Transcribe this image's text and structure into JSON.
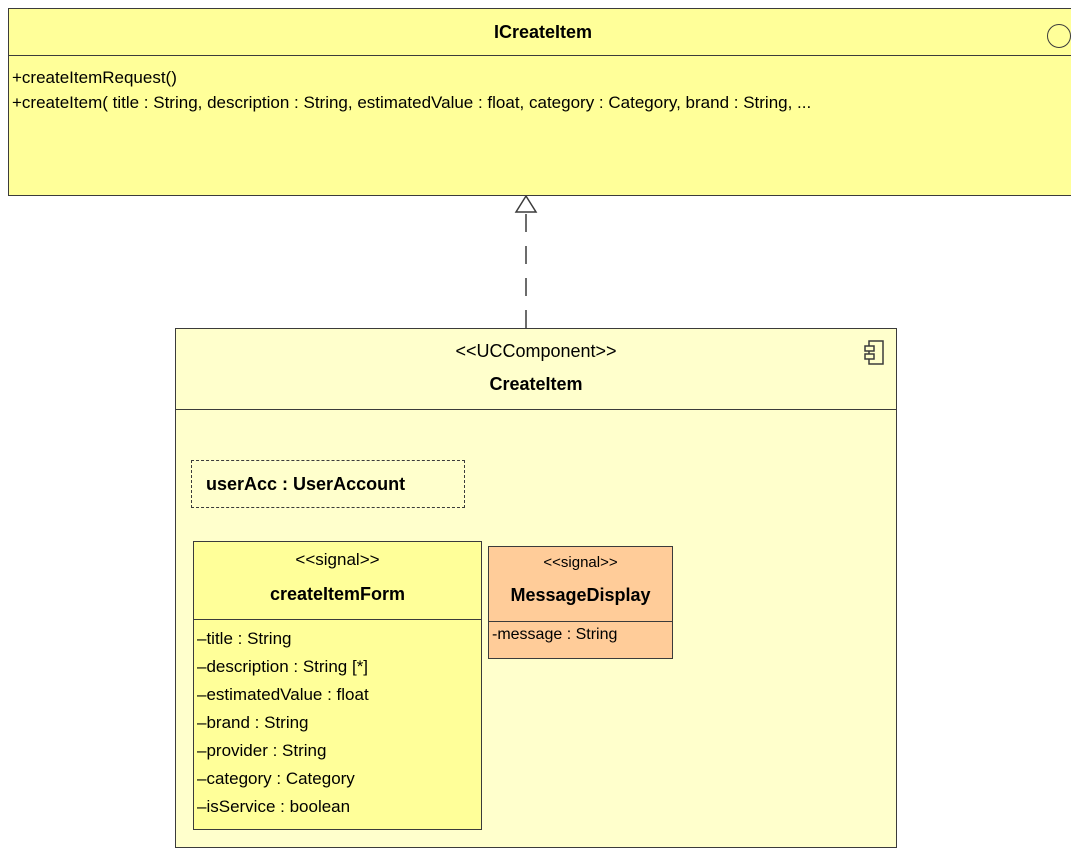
{
  "interface": {
    "name": "ICreateItem",
    "operations": [
      "+createItemRequest()",
      "+createItem( title : String, description : String, estimatedValue : float, category : Category, brand : String, ..."
    ]
  },
  "component": {
    "stereotype": "<<UCComponent>>",
    "name": "CreateItem",
    "part": "userAcc : UserAccount"
  },
  "signals": [
    {
      "stereotype": "<<signal>>",
      "name": "createItemForm",
      "attributes": [
        "–title : String",
        "–description : String [*]",
        "–estimatedValue : float",
        "–brand : String",
        "–provider : String",
        "–category : Category",
        "–isService : boolean"
      ]
    },
    {
      "stereotype": "<<signal>>",
      "name": "MessageDisplay",
      "attributes": [
        "-message : String"
      ]
    }
  ],
  "colors": {
    "interface_fill": "#ffff99",
    "component_fill": "#ffffcc",
    "signal_fill": "#ffff99",
    "message_fill": "#ffcc99",
    "stroke": "#3b3b3b"
  }
}
